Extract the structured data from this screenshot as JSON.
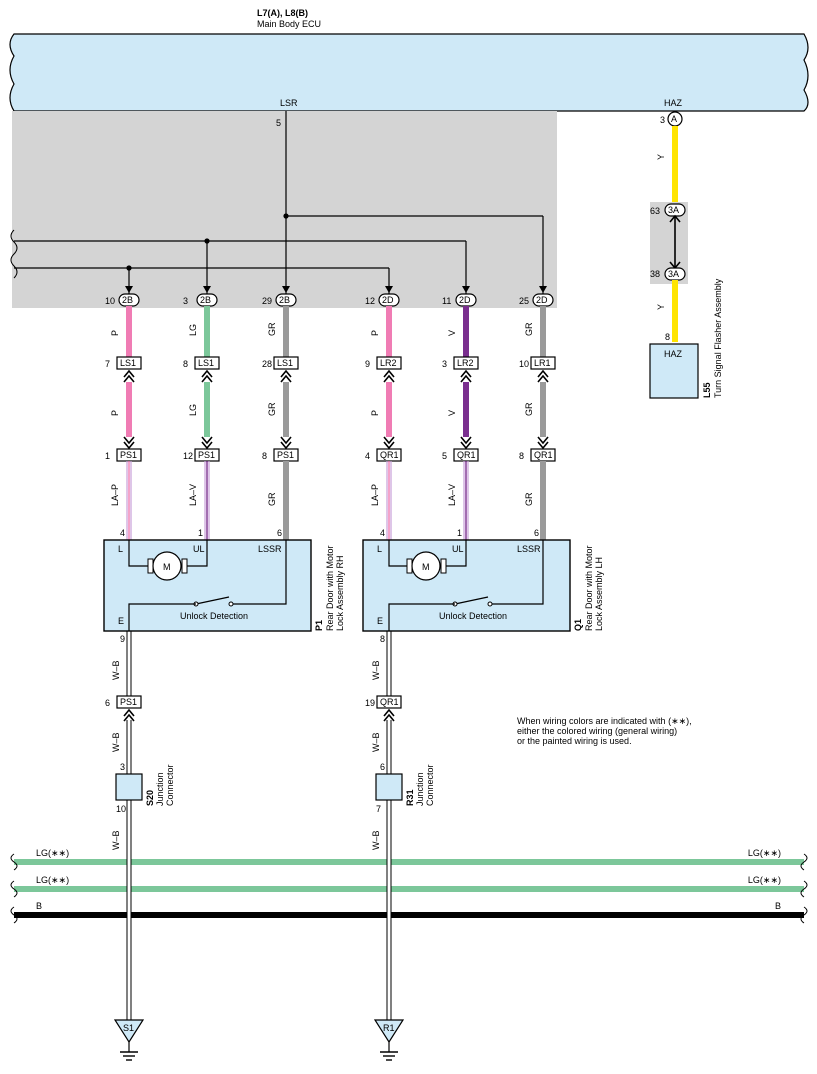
{
  "ecu": {
    "code": "L7(A), L8(B)",
    "name": "Main Body ECU",
    "pin_lsr": "LSR",
    "pin_lsr_num": "5",
    "pin_haz": "HAZ",
    "pin_haz_num": "3",
    "conn_a": "A"
  },
  "branch_connectors": [
    {
      "pin": "10",
      "id": "2B",
      "wire_top": "P",
      "mid_pin": "7",
      "mid_id": "LS1",
      "wire_mid": "P",
      "door_pin": "1",
      "door_id": "PS1",
      "wire_low": "LA–P",
      "dev_pin": "4"
    },
    {
      "pin": "3",
      "id": "2B",
      "wire_top": "LG",
      "mid_pin": "8",
      "mid_id": "LS1",
      "wire_mid": "LG",
      "door_pin": "12",
      "door_id": "PS1",
      "wire_low": "LA–V",
      "dev_pin": "1"
    },
    {
      "pin": "29",
      "id": "2B",
      "wire_top": "GR",
      "mid_pin": "28",
      "mid_id": "LS1",
      "wire_mid": "GR",
      "door_pin": "8",
      "door_id": "PS1",
      "wire_low": "GR",
      "dev_pin": "6"
    },
    {
      "pin": "12",
      "id": "2D",
      "wire_top": "P",
      "mid_pin": "9",
      "mid_id": "LR2",
      "wire_mid": "P",
      "door_pin": "4",
      "door_id": "QR1",
      "wire_low": "LA–P",
      "dev_pin": "4"
    },
    {
      "pin": "11",
      "id": "2D",
      "wire_top": "V",
      "mid_pin": "3",
      "mid_id": "LR2",
      "wire_mid": "V",
      "door_pin": "5",
      "door_id": "QR1",
      "wire_low": "LA–V",
      "dev_pin": "1"
    },
    {
      "pin": "25",
      "id": "2D",
      "wire_top": "GR",
      "mid_pin": "10",
      "mid_id": "LR1",
      "wire_mid": "GR",
      "door_pin": "8",
      "door_id": "QR1",
      "wire_low": "GR",
      "dev_pin": "6"
    }
  ],
  "flasher": {
    "wire": "Y",
    "conn_top_pin": "63",
    "conn_id": "3A",
    "conn_bot_pin": "38",
    "pin": "8",
    "label": "HAZ",
    "code": "L55",
    "name": "Turn Signal Flasher Assembly"
  },
  "lock_rh": {
    "code": "P1",
    "name1": "Rear Door with Motor",
    "name2": "Lock Assembly RH",
    "term_l": "L",
    "term_ul": "UL",
    "term_lssr": "LSSR",
    "term_e": "E",
    "motor": "M",
    "detection": "Unlock Detection",
    "pin_e": "9",
    "wire_e": "W–B",
    "conn_pin": "6",
    "conn_id": "PS1",
    "wire_e2": "W–B",
    "jc_pin_top": "3",
    "jc_pin_bot": "10",
    "jc_code": "S20",
    "jc_name1": "Junction",
    "jc_name2": "Connector",
    "wire_e3": "W–B",
    "ground": "S1"
  },
  "lock_lh": {
    "code": "Q1",
    "name1": "Rear Door with Motor",
    "name2": "Lock Assembly LH",
    "term_l": "L",
    "term_ul": "UL",
    "term_lssr": "LSSR",
    "term_e": "E",
    "motor": "M",
    "detection": "Unlock Detection",
    "pin_e": "8",
    "wire_e": "W–B",
    "conn_pin": "19",
    "conn_id": "QR1",
    "wire_e2": "W–B",
    "jc_pin_top": "6",
    "jc_pin_bot": "7",
    "jc_code": "R31",
    "jc_name1": "Junction",
    "jc_name2": "Connector",
    "wire_e3": "W–B",
    "ground": "R1"
  },
  "note": [
    "When wiring colors are indicated with (∗∗),",
    "either the colored wiring (general wiring)",
    "or the painted wiring is used."
  ],
  "buses": [
    {
      "label": "LG(∗∗)",
      "color": "#7cc79a"
    },
    {
      "label": "LG(∗∗)",
      "color": "#7cc79a"
    },
    {
      "label": "B",
      "color": "#000000"
    }
  ],
  "colors": {
    "ecu_fill": "#cfe9f7",
    "gray_panel": "#d4d4d4",
    "P": "#f07cb4",
    "LG": "#7cc79a",
    "GR": "#9a9a9a",
    "V": "#7a2f8f",
    "Y": "#ffe400",
    "lock_fill": "#cfe9f7"
  }
}
